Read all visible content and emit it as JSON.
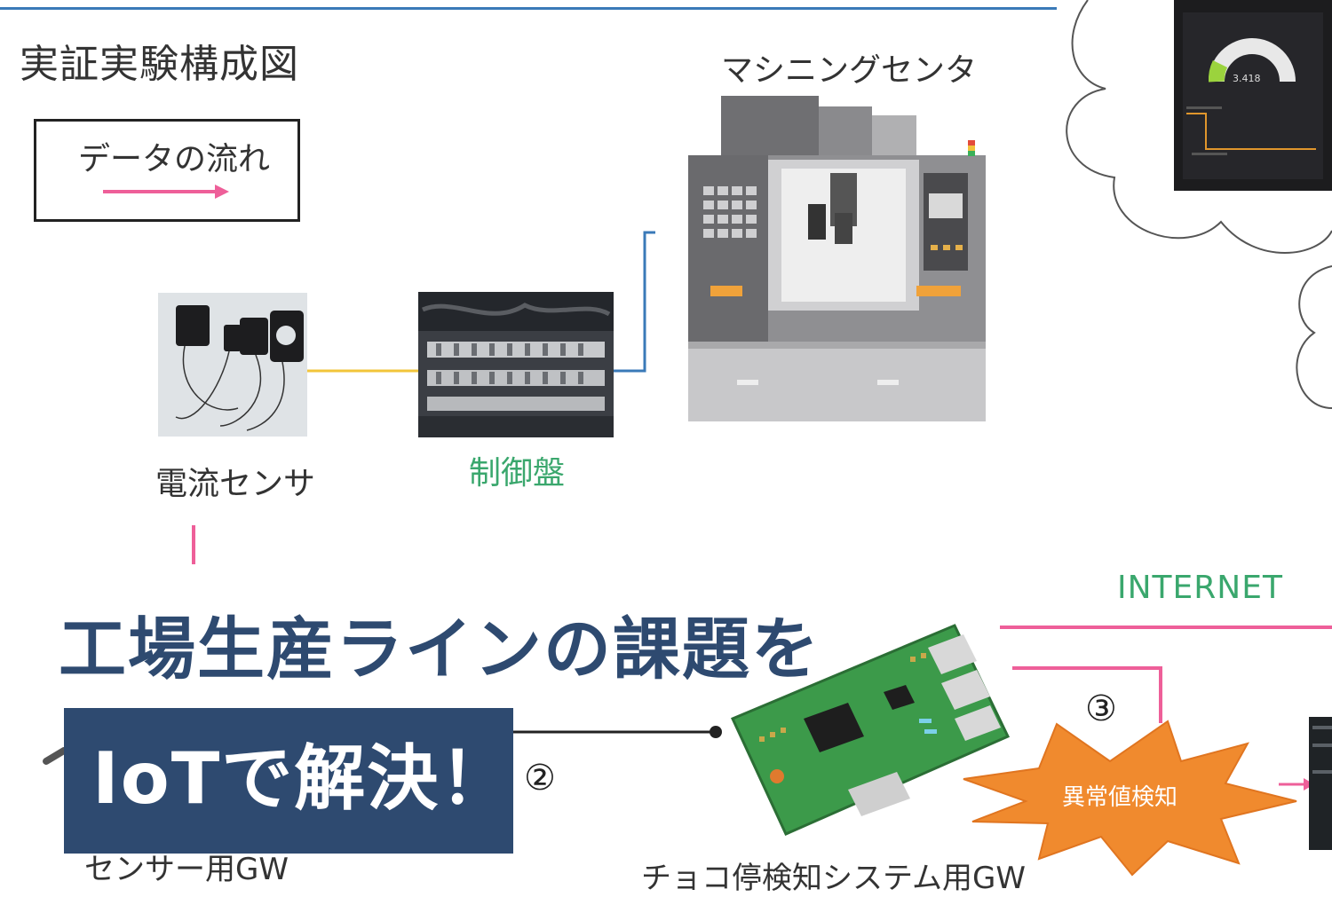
{
  "title": "実証実験構成図",
  "legend": {
    "label": "データの流れ"
  },
  "nodes": {
    "machining_center": "マシニングセンタ",
    "current_sensor": "電流センサ",
    "control_panel": "制御盤",
    "internet": "INTERNET",
    "sensor_gw": "センサー用GW",
    "choco_gw": "チョコ停検知システム用GW",
    "anomaly": "異常値検知"
  },
  "steps": {
    "two": "②",
    "three": "③"
  },
  "dashboard": {
    "gauge_value": "3.418"
  },
  "headline": "工場生産ラインの課題を",
  "subheadline": "IoTで解決！",
  "colors": {
    "headline": "#2e4a70",
    "accent_green": "#3aa76d",
    "flow_pink": "#ee5f99",
    "burst_orange": "#f08a2e"
  }
}
